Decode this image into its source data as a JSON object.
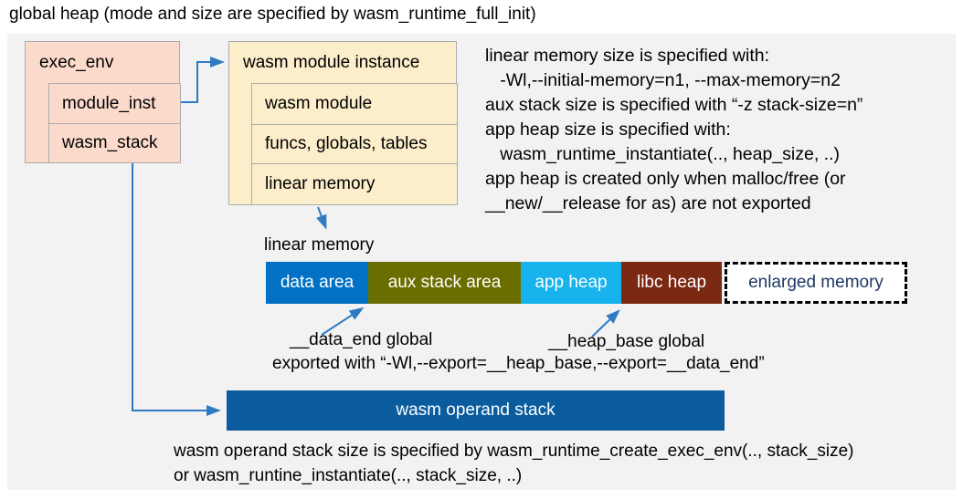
{
  "title": "global heap (mode and size are specified by wasm_runtime_full_init)",
  "exec_env": {
    "title": "exec_env",
    "rows": [
      "module_inst",
      "wasm_stack"
    ]
  },
  "module_instance": {
    "title": "wasm module instance",
    "rows": [
      "wasm module",
      "funcs, globals, tables",
      "linear memory"
    ]
  },
  "notes_right": {
    "lines": [
      "linear memory size is specified with:",
      "   -Wl,--initial-memory=n1, --max-memory=n2",
      "aux stack size is specified with “-z stack-size=n”",
      "app heap size is specified with:",
      "   wasm_runtime_instantiate(.., heap_size, ..)",
      "app heap is created only when malloc/free (or",
      "__new/__release for as) are not exported"
    ]
  },
  "linear_memory": {
    "label": "linear memory",
    "segments": [
      {
        "label": "data area",
        "color": "#0071C5",
        "text_color": "#FFFFFF"
      },
      {
        "label": "aux stack area",
        "color": "#6A6E00",
        "text_color": "#FFFFFF"
      },
      {
        "label": "app heap",
        "color": "#18B2EC",
        "text_color": "#FFFFFF"
      },
      {
        "label": "libc heap",
        "color": "#7C2914",
        "text_color": "#FFFFFF"
      },
      {
        "label": "enlarged memory",
        "color": "#FFFFFF",
        "text_color": "#1F3864"
      }
    ]
  },
  "globals": {
    "data_end_label": "__data_end global",
    "heap_base_label": "__heap_base global",
    "exported_line": "exported with “-Wl,--export=__heap_base,--export=__data_end”"
  },
  "operand_stack": {
    "label": "wasm operand stack",
    "color": "#0B5C9E"
  },
  "notes_bottom": {
    "lines": [
      "wasm operand stack size is specified by wasm_runtime_create_exec_env(.., stack_size)",
      "or wasm_runtine_instantiate(.., stack_size, ..)"
    ]
  },
  "colors": {
    "canvas_background": "#F2F2F2",
    "box_border": "#ABABAB",
    "exec_env_fill": "#FBDACC",
    "module_instance_fill": "#FCEDCB",
    "arrow_blue": "#2E7BC4"
  }
}
